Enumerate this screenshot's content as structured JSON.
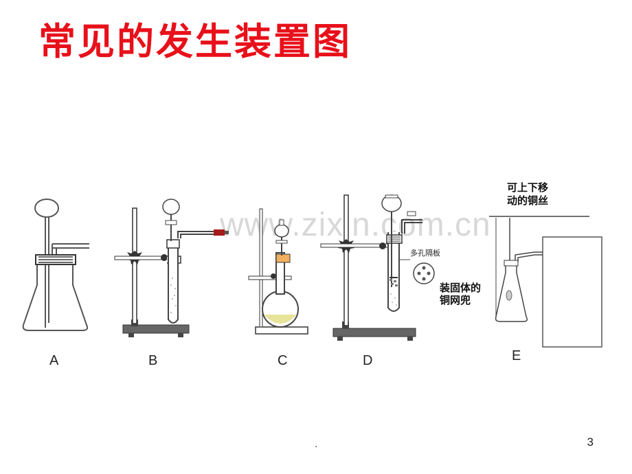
{
  "title": "常见的发生装置图",
  "watermark": "www.zixin.com.cn",
  "apparatus": [
    {
      "label": "A"
    },
    {
      "label": "B"
    },
    {
      "label": "C"
    },
    {
      "label": "D",
      "notes": [
        "多孔隔板",
        "装固体的",
        "铜网兜"
      ]
    },
    {
      "label": "E",
      "notes": [
        "可上下移",
        "动的铜丝"
      ]
    }
  ],
  "page_number": "3",
  "footer_dot": "."
}
